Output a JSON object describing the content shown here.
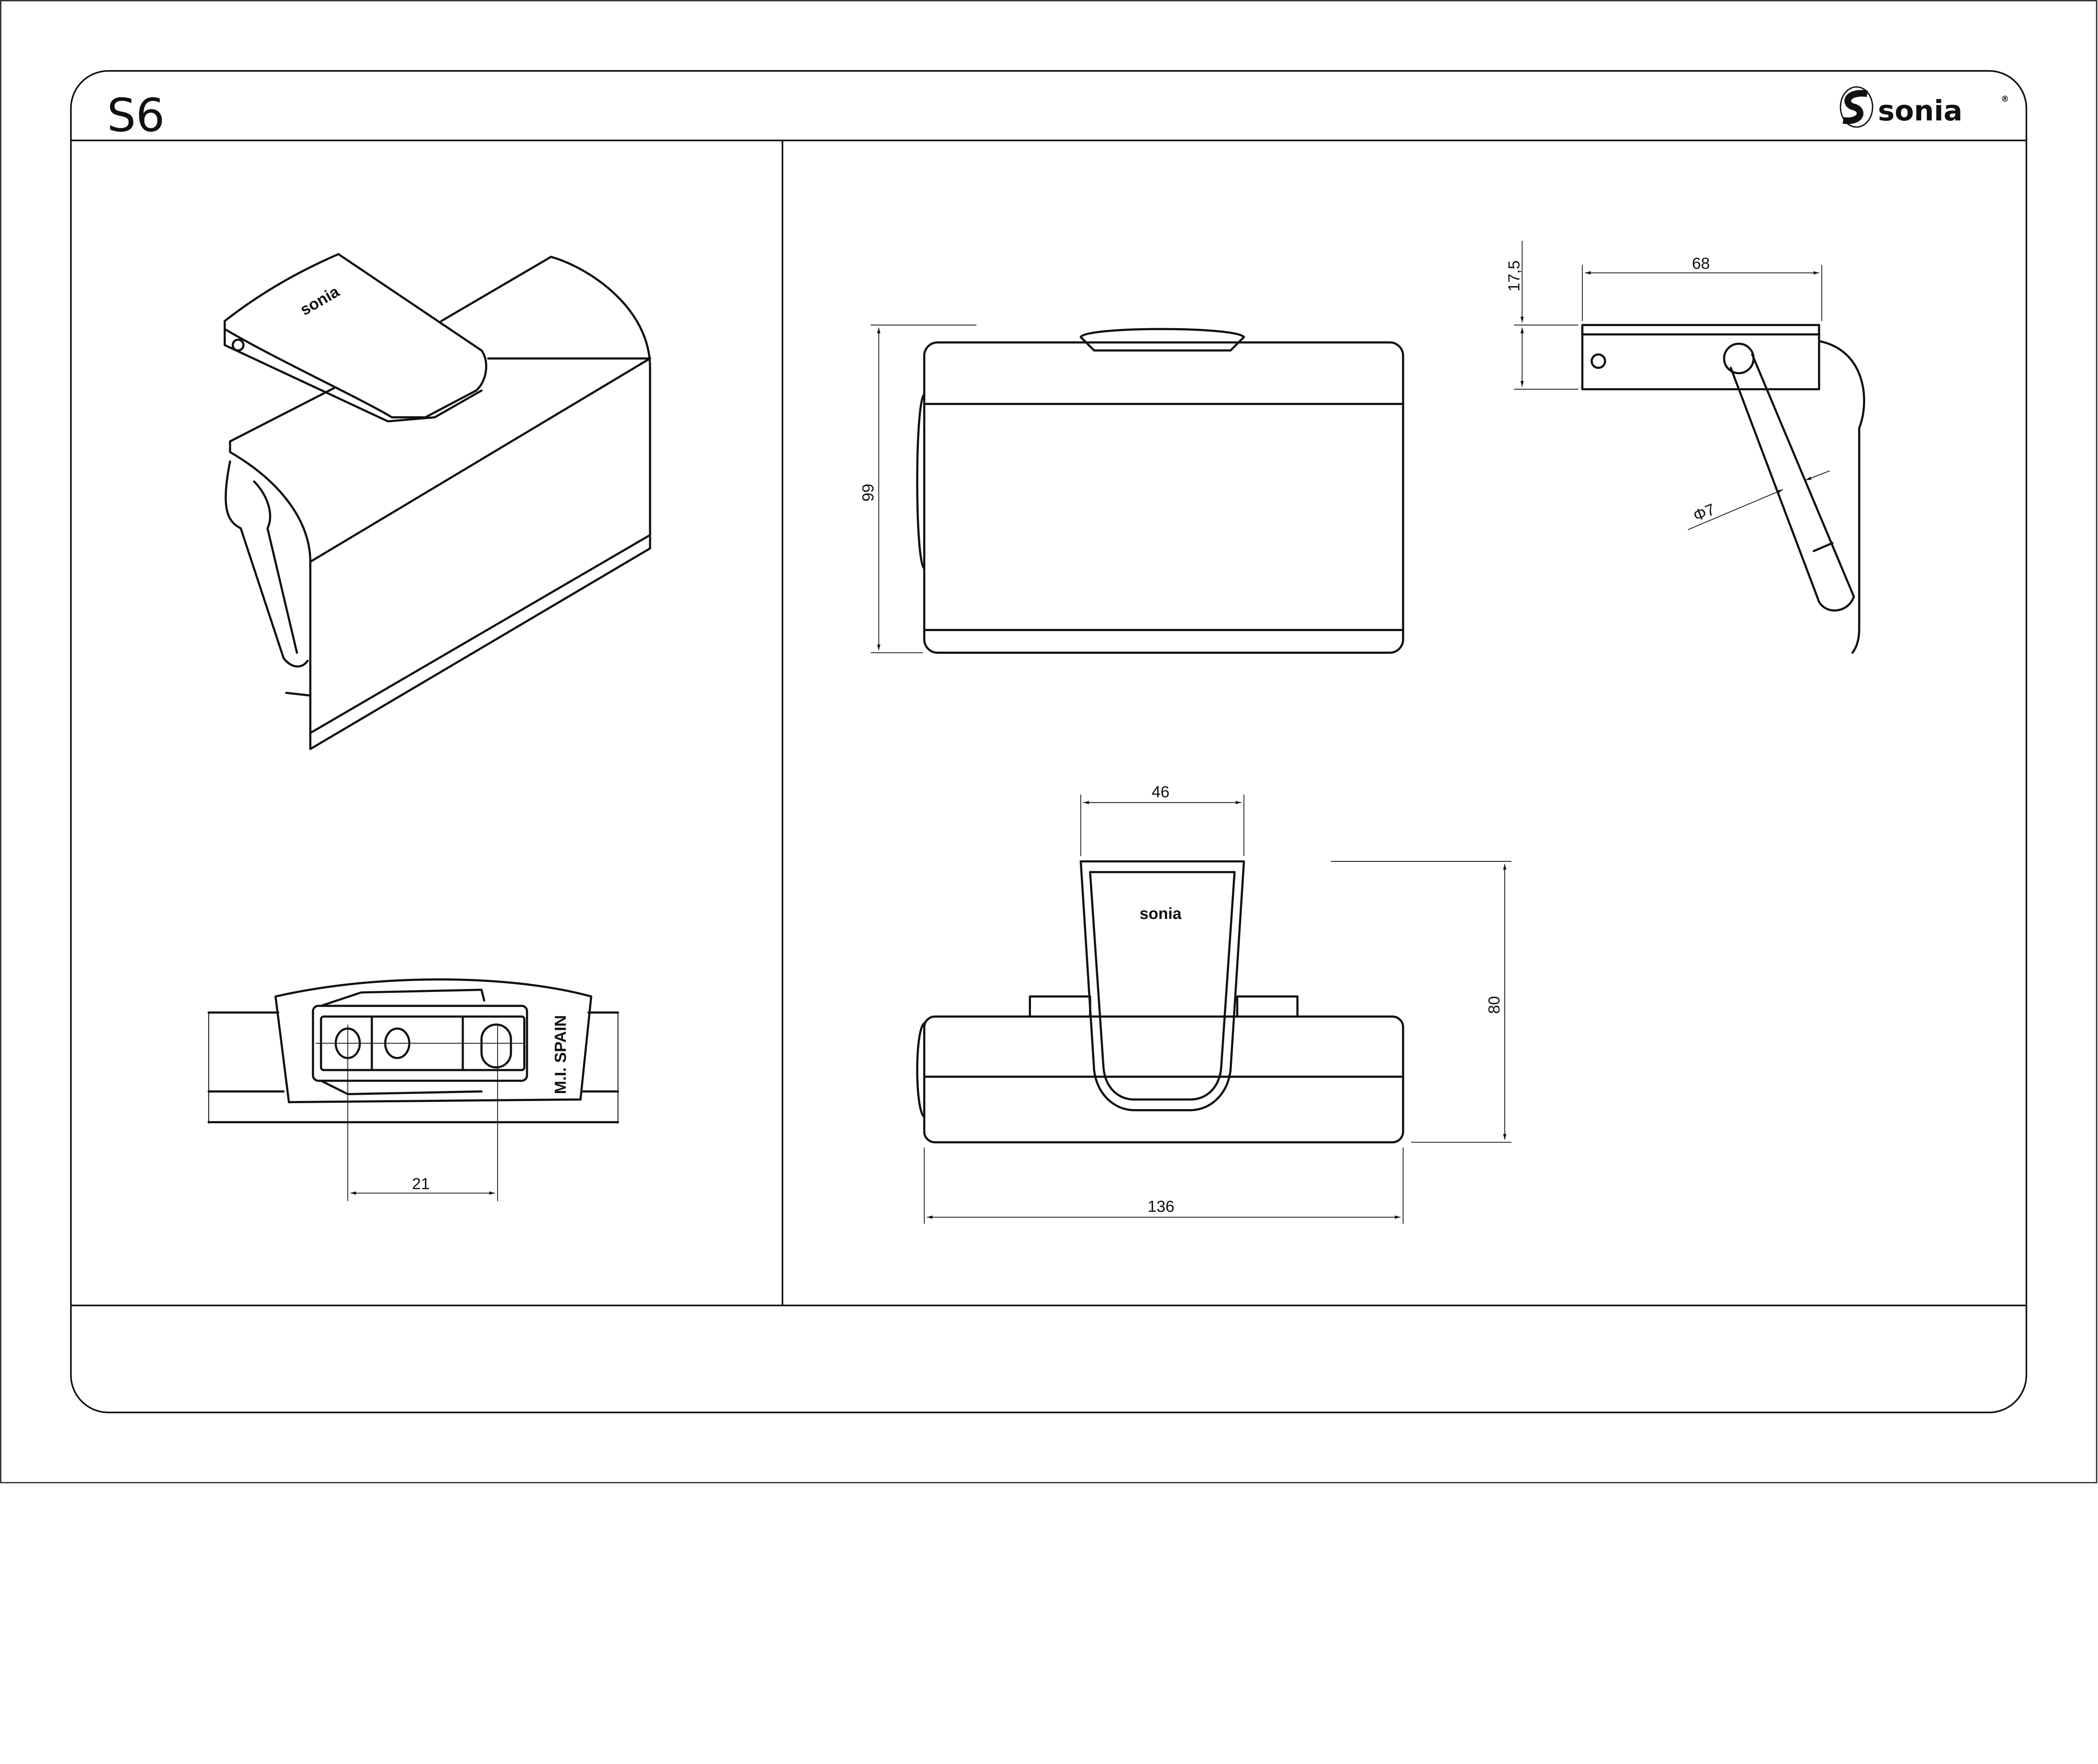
{
  "header": {
    "title": "S6",
    "brand": "sonia",
    "brand_mark": "®"
  },
  "views": {
    "front": {
      "height_dim": "99"
    },
    "side": {
      "depth_dim": "68",
      "plate_dim": "17,5",
      "rod_dim": "Φ7"
    },
    "top": {
      "width_dim": "46",
      "depth_dim": "80",
      "length_dim": "136",
      "emboss": "sonia"
    },
    "back": {
      "hole_spacing_dim": "21",
      "marking": "M.I. SPAIN"
    },
    "iso": {
      "emboss": "sonia"
    }
  }
}
